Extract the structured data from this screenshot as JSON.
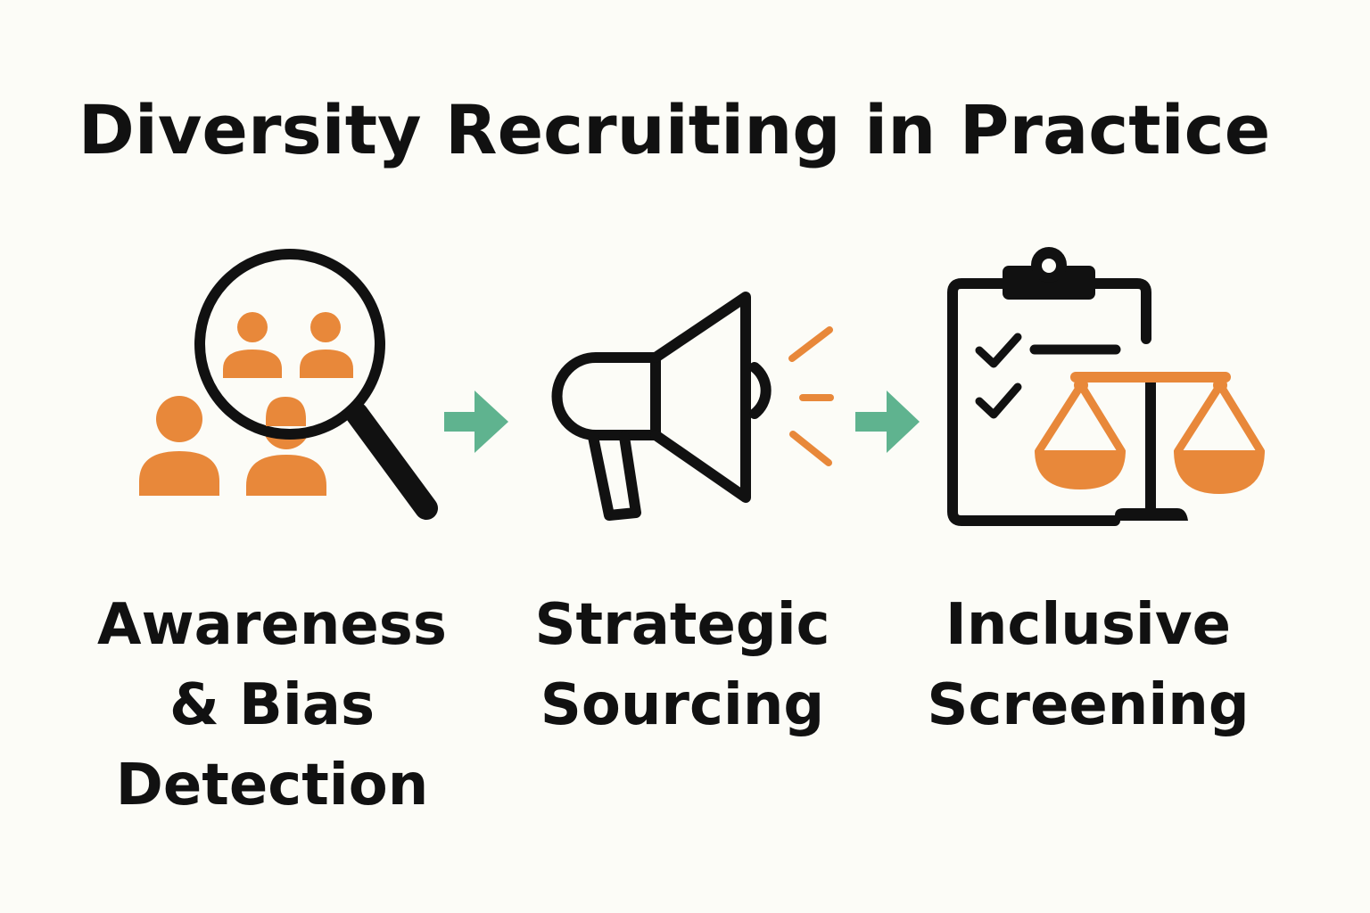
{
  "title": "Diversity Recruiting in Practice",
  "steps": [
    {
      "label": "Awareness\n& Bias\nDetection",
      "icon": "magnifier-people-icon"
    },
    {
      "label": "Strategic\nSourcing",
      "icon": "megaphone-icon"
    },
    {
      "label": "Inclusive\nScreening",
      "icon": "clipboard-scales-icon"
    }
  ],
  "connectors": [
    "arrow-right-icon",
    "arrow-right-icon"
  ],
  "colors": {
    "accent_orange": "#e8883a",
    "arrow_green": "#5fb38f",
    "ink": "#111111",
    "background": "#fcfcf7"
  }
}
